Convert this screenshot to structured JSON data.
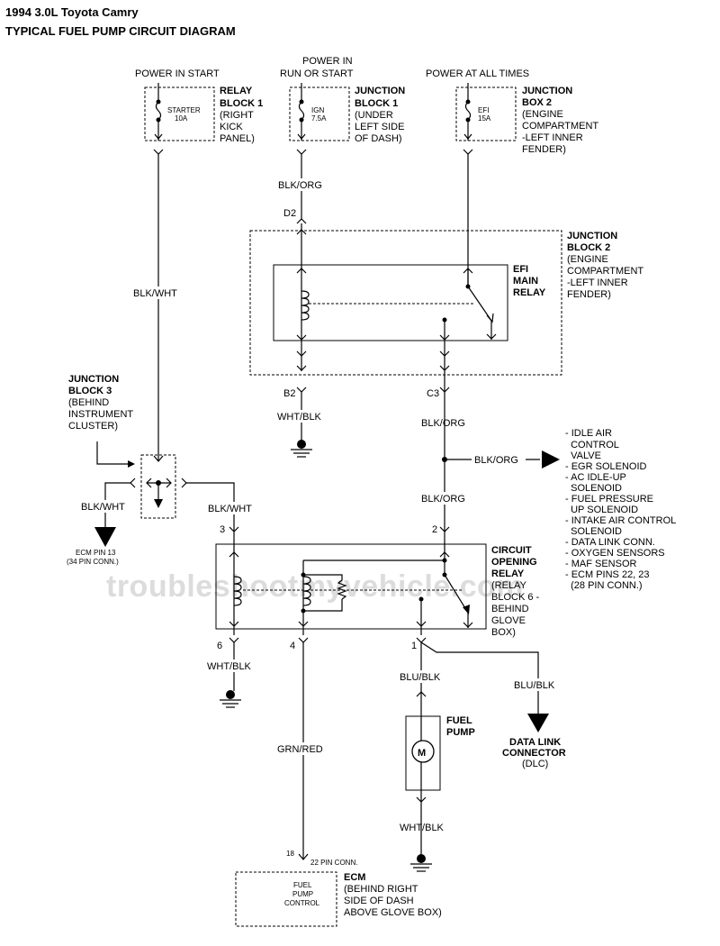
{
  "title": {
    "line1": "1994 3.0L Toyota Camry",
    "line2": "TYPICAL FUEL PUMP CIRCUIT DIAGRAM"
  },
  "watermark": "troubleshootmyvehicle.com",
  "power": {
    "start": "POWER IN START",
    "run_start_1": "POWER IN",
    "run_start_2": "RUN OR START",
    "all_times": "POWER AT ALL TIMES"
  },
  "fuses": {
    "starter": {
      "name": "STARTER",
      "rating": "10A"
    },
    "ign": {
      "name": "IGN",
      "rating": "7.5A"
    },
    "efi": {
      "name": "EFI",
      "rating": "15A"
    }
  },
  "components": {
    "relay_block_1": {
      "name1": "RELAY",
      "name2": "BLOCK 1",
      "loc": [
        "(RIGHT",
        "KICK",
        "PANEL)"
      ]
    },
    "junction_block_1": {
      "name1": "JUNCTION",
      "name2": "BLOCK 1",
      "loc": [
        "(UNDER",
        "LEFT SIDE",
        "OF DASH)"
      ]
    },
    "junction_box_2": {
      "name1": "JUNCTION",
      "name2": "BOX 2",
      "loc": [
        "(ENGINE",
        "COMPARTMENT",
        "-LEFT INNER",
        "FENDER)"
      ]
    },
    "junction_block_2": {
      "name1": "JUNCTION",
      "name2": "BLOCK 2",
      "loc": [
        "(ENGINE",
        "COMPARTMENT",
        "-LEFT INNER",
        "FENDER)"
      ]
    },
    "efi_main_relay": [
      "EFI",
      "MAIN",
      "RELAY"
    ],
    "junction_block_3": {
      "name1": "JUNCTION",
      "name2": "BLOCK 3",
      "loc": [
        "(BEHIND",
        "INSTRUMENT",
        "CLUSTER)"
      ]
    },
    "circuit_opening_relay": {
      "name": [
        "CIRCUIT",
        "OPENING",
        "RELAY"
      ],
      "loc": [
        "(RELAY",
        "BLOCK 6 -",
        "BEHIND",
        "GLOVE",
        "BOX)"
      ]
    },
    "fuel_pump": {
      "name": [
        "FUEL",
        "PUMP"
      ],
      "motor": "M"
    },
    "dlc": {
      "name": [
        "DATA LINK",
        "CONNECTOR"
      ],
      "abbr": "(DLC)"
    },
    "ecm": {
      "name": "ECM",
      "loc": [
        "(BEHIND RIGHT",
        "SIDE OF DASH",
        "ABOVE GLOVE BOX)"
      ],
      "inner": [
        "FUEL",
        "PUMP",
        "CONTROL"
      ],
      "pin": "18",
      "conn": "22 PIN CONN."
    },
    "ecm_pin13": [
      "ECM PIN 13",
      "(34 PIN CONN.)"
    ]
  },
  "wires": {
    "blk_org_top": "BLK/ORG",
    "blk_wht_main": "BLK/WHT",
    "wht_blk_b2": "WHT/BLK",
    "blk_org_c3": "BLK/ORG",
    "blk_org_branch": "BLK/ORG",
    "blk_org_2": "BLK/ORG",
    "blk_wht_left": "BLK/WHT",
    "blk_wht_right": "BLK/WHT",
    "wht_blk_6": "WHT/BLK",
    "grn_red": "GRN/RED",
    "blu_blk_pump": "BLU/BLK",
    "blu_blk_dlc": "BLU/BLK",
    "wht_blk_pump": "WHT/BLK"
  },
  "connectors": {
    "d2": "D2",
    "b2": "B2",
    "c3": "C3",
    "p3": "3",
    "p2": "2",
    "p6": "6",
    "p4": "4",
    "p1": "1"
  },
  "branch_list": [
    "- IDLE AIR",
    "  CONTROL",
    "  VALVE",
    "- EGR SOLENOID",
    "- AC IDLE-UP",
    "  SOLENOID",
    "- FUEL PRESSURE",
    "  UP SOLENOID",
    "- INTAKE AIR CONTROL",
    "  SOLENOID",
    "- DATA LINK CONN.",
    "- OXYGEN SENSORS",
    "- MAF SENSOR",
    "- ECM PINS 22, 23",
    "  (28 PIN CONN.)"
  ]
}
